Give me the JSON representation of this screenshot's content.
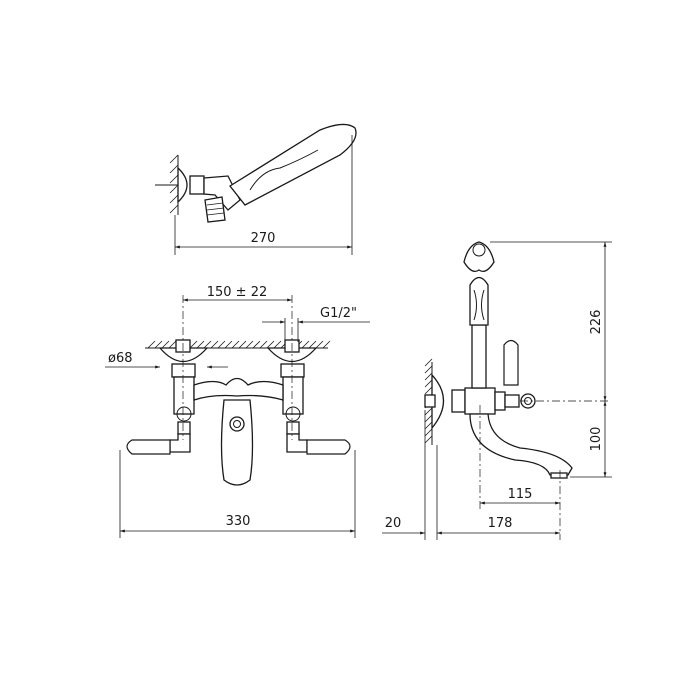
{
  "dimensions": {
    "hand_shower_length": "270",
    "inlet_spacing": "150 ± 22",
    "thread": "G1/2\"",
    "flange_diameter": "ø68",
    "overall_width": "330",
    "height_above_axis": "226",
    "spout_drop": "100",
    "spout_reach_from_axis": "115",
    "wall_offset": "20",
    "projection": "178"
  }
}
